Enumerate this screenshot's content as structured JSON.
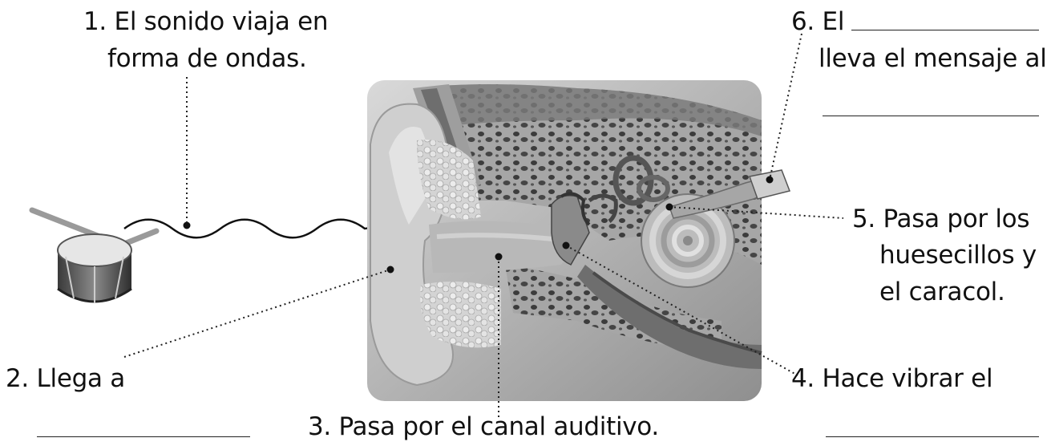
{
  "labels": {
    "step1_line1": "1. El sonido viaja en",
    "step1_line2": "forma de ondas.",
    "step2": "2. Llega a",
    "step3": "3. Pasa por el canal auditivo.",
    "step4": "4. Hace vibrar el",
    "step5_line1": "5. Pasa por los",
    "step5_line2": "huesecillos y",
    "step5_line3": "el caracol.",
    "step6_line1": "6. El",
    "step6_line2": "lleva el mensaje al"
  },
  "icons": {
    "drum": "drum-icon",
    "ear": "ear-anatomy-illustration"
  },
  "colors": {
    "text": "#111111",
    "line": "#222222"
  }
}
